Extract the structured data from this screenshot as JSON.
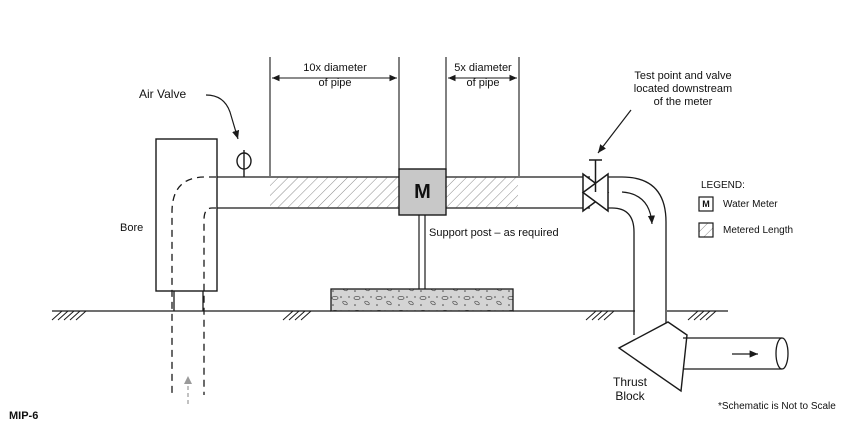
{
  "labels": {
    "air_valve": "Air Valve",
    "dim_10x_line1": "10x diameter",
    "dim_10x_line2": "of pipe",
    "dim_5x_line1": "5x diameter",
    "dim_5x_line2": "of pipe",
    "test_point_line1": "Test point and valve",
    "test_point_line2": "located downstream",
    "test_point_line3": "of the meter",
    "bore": "Bore",
    "meter_symbol": "M",
    "support_post": "Support post – as required",
    "thrust_line1": "Thrust",
    "thrust_line2": "Block",
    "figure_id": "MIP-6",
    "footnote": "*Schematic is Not to Scale"
  },
  "legend": {
    "title": "LEGEND:",
    "items": [
      {
        "symbol": "M",
        "label": "Water Meter"
      },
      {
        "symbol": "hatch",
        "label": "Metered Length"
      }
    ]
  },
  "colors": {
    "line": "#1a1a1a",
    "meter_fill": "#c8c8c8",
    "hatch": "#8a8a8a",
    "concrete": "#cfcfcf",
    "flow_arrow_gray": "#9a9a9a"
  }
}
